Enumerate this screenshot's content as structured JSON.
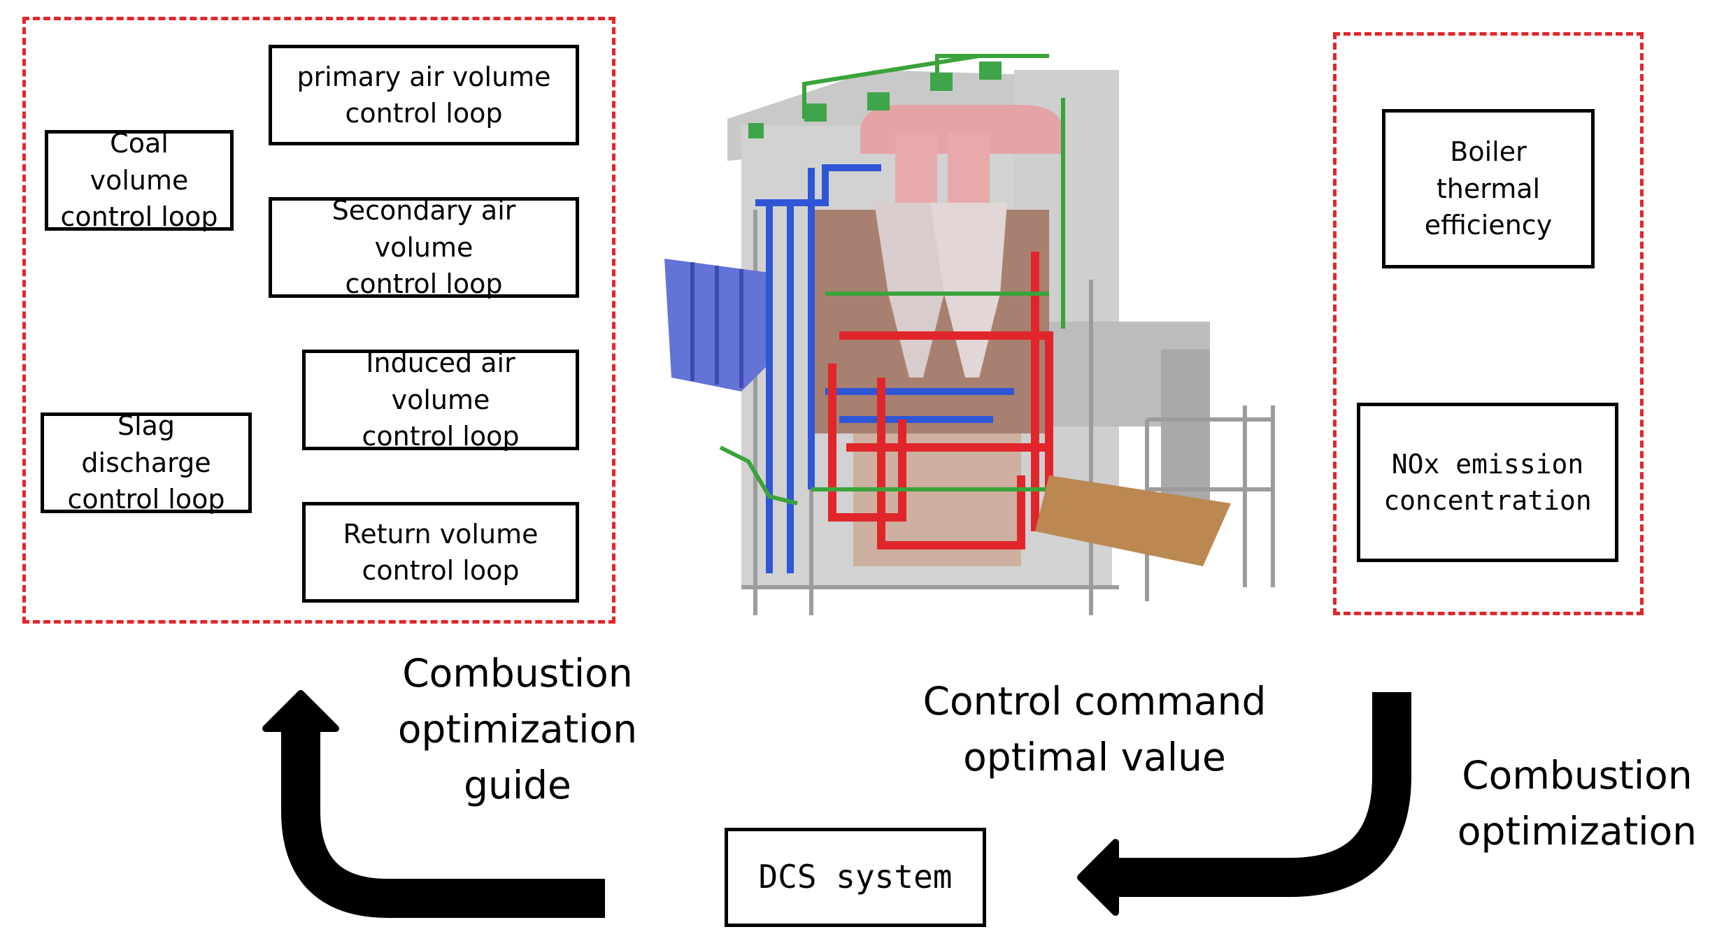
{
  "left_group": {
    "coal": "Coal volume\ncontrol loop",
    "primary_air": "primary air volume\ncontrol loop",
    "secondary_air": "Secondary air volume\ncontrol loop",
    "induced_air": "Induced air volume\ncontrol loop",
    "slag": "Slag discharge\ncontrol loop",
    "return": "Return volume\ncontrol loop"
  },
  "right_group": {
    "efficiency": "Boiler thermal\nefficiency",
    "nox": "NOx emission\nconcentration"
  },
  "dcs": "DCS system",
  "labels": {
    "guide": "Combustion\noptimization\nguide",
    "command": "Control command\noptimal value",
    "optimization": "Combustion\noptimization"
  },
  "colors": {
    "frame": "#e3262b",
    "flow_arrow": "#000000",
    "pipe_red": "#e0262b",
    "pipe_blue": "#2f56d6",
    "pipe_green": "#3aa33a"
  }
}
